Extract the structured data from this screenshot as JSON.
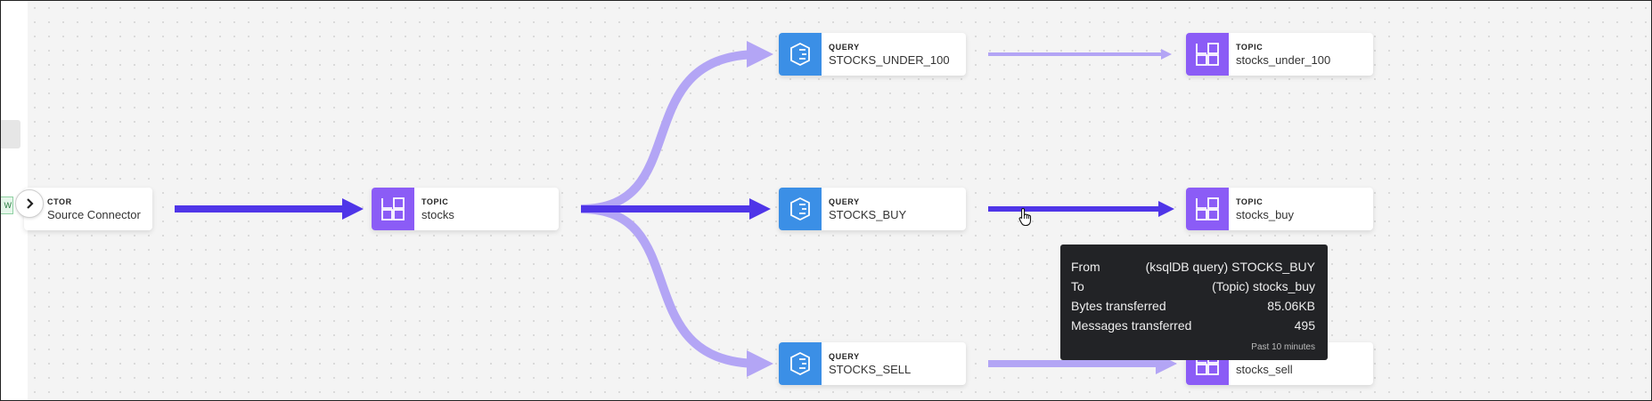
{
  "nodes": {
    "connector": {
      "kind": "CTOR",
      "name": "Source Connector"
    },
    "topic_stocks": {
      "kind": "TOPIC",
      "name": "stocks"
    },
    "query_under_100": {
      "kind": "QUERY",
      "name": "STOCKS_UNDER_100"
    },
    "query_buy": {
      "kind": "QUERY",
      "name": "STOCKS_BUY"
    },
    "query_sell": {
      "kind": "QUERY",
      "name": "STOCKS_SELL"
    },
    "topic_under_100": {
      "kind": "TOPIC",
      "name": "stocks_under_100"
    },
    "topic_buy": {
      "kind": "TOPIC",
      "name": "stocks_buy"
    },
    "topic_sell": {
      "kind": "TOPIC",
      "name": "stocks_sell"
    }
  },
  "sidebar": {
    "badge_label": "W"
  },
  "tooltip": {
    "rows": [
      {
        "label": "From",
        "value": "(ksqlDB query) STOCKS_BUY"
      },
      {
        "label": "To",
        "value": "(Topic) stocks_buy"
      },
      {
        "label": "Bytes transferred",
        "value": "85.06KB"
      },
      {
        "label": "Messages transferred",
        "value": "495"
      }
    ],
    "footer": "Past 10 minutes"
  },
  "colors": {
    "edge_active": "#4f35e8",
    "edge_inactive": "#b3a5f5",
    "topic_icon_bg": "#8b5cf6",
    "query_icon_bg": "#3b8fe6"
  }
}
